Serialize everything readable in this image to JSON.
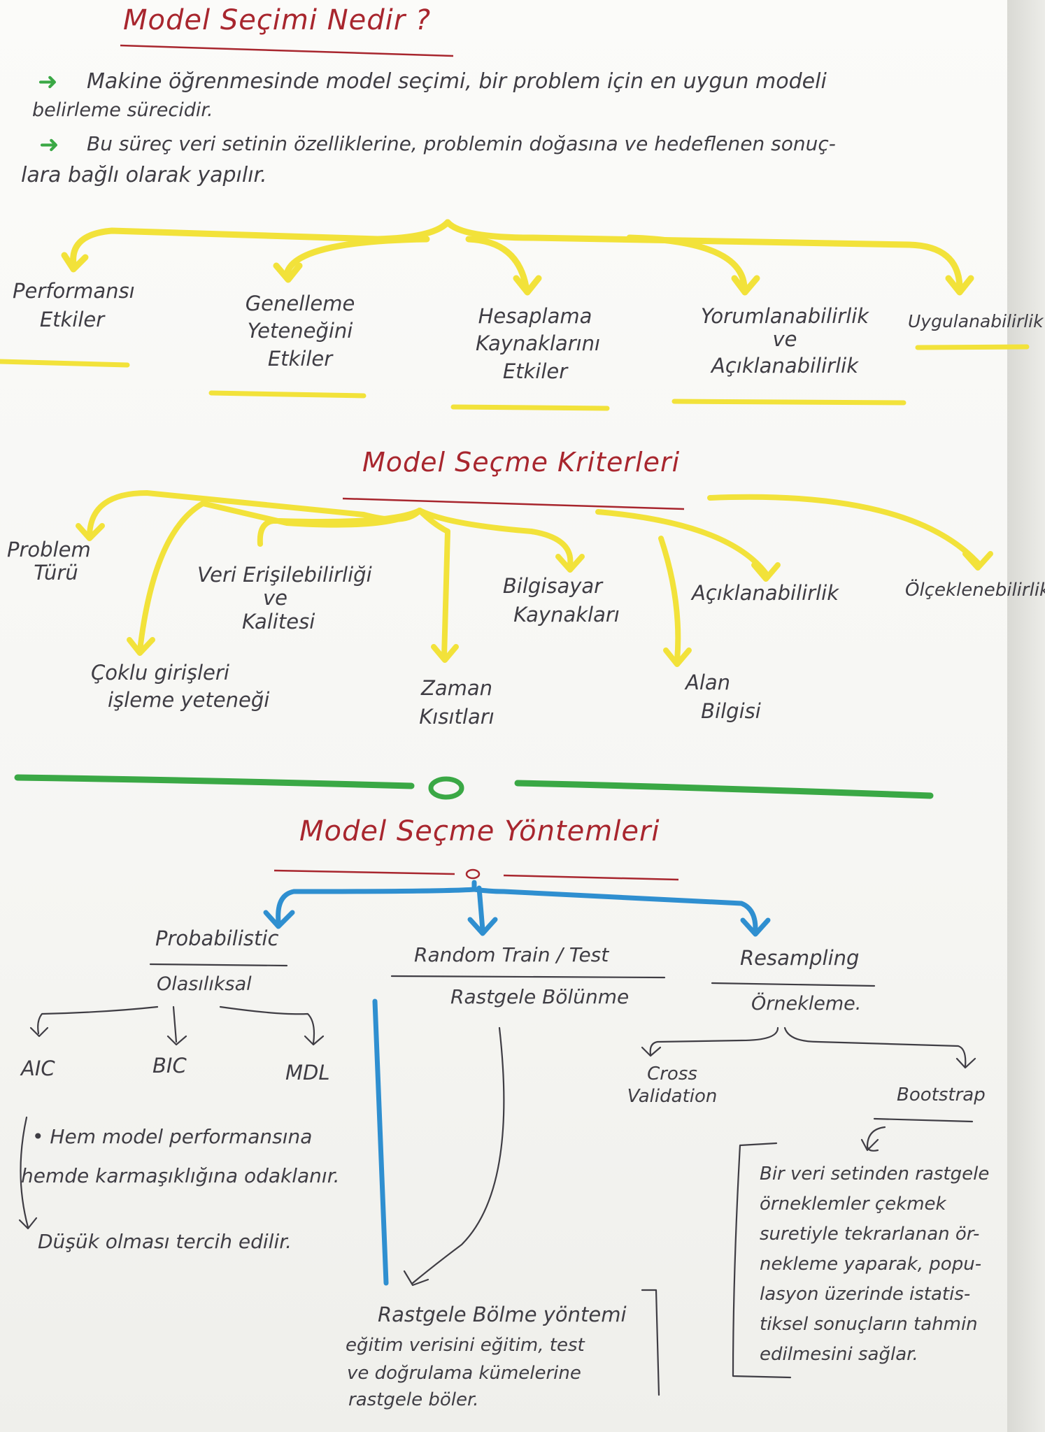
{
  "colors": {
    "title_red": "#a8262e",
    "ink": "#3f3d44",
    "highlight_yellow": "#f2e23a",
    "divider_green": "#3aa845",
    "method_blue": "#2f8fd0"
  },
  "header": {
    "title": "Model Seçimi Nedir ?",
    "p1_line1": "Makine öğrenmesinde model seçimi, bir problem için en uygun modeli",
    "p1_line2": "belirleme sürecidir.",
    "p2_line1": "Bu süreç veri setinin özelliklerine, problemin doğasına ve hedeflenen sonuç-",
    "p2_line2": "lara bağlı olarak yapılır."
  },
  "impacts": [
    {
      "lines": [
        "Performansı",
        "Etkiler"
      ]
    },
    {
      "lines": [
        "Genelleme",
        "Yeteneğini",
        "Etkiler"
      ]
    },
    {
      "lines": [
        "Hesaplama",
        "Kaynaklarını",
        "Etkiler"
      ]
    },
    {
      "lines": [
        "Yorumlanabilirlik",
        "ve",
        "Açıklanabilirlik"
      ]
    },
    {
      "lines": [
        "Uygulanabilirlik"
      ]
    }
  ],
  "criteria": {
    "title": "Model Seçme Kriterleri",
    "items": [
      {
        "lines": [
          "Problem",
          "Türü"
        ]
      },
      {
        "lines": [
          "Veri Erişilebilirliği",
          "ve",
          "Kalitesi"
        ]
      },
      {
        "lines": [
          "Bilgisayar",
          "Kaynakları"
        ]
      },
      {
        "lines": [
          "Açıklanabilirlik"
        ]
      },
      {
        "lines": [
          "Ölçeklenebilirlik"
        ]
      },
      {
        "lines": [
          "Çoklu girişleri",
          "işleme yeteneği"
        ]
      },
      {
        "lines": [
          "Zaman",
          "Kısıtları"
        ]
      },
      {
        "lines": [
          "Alan",
          "Bilgisi"
        ]
      }
    ]
  },
  "methods": {
    "title": "Model Seçme Yöntemleri",
    "probabilistic": {
      "name": "Probabilistic",
      "translation": "Olasılıksal",
      "children": [
        "AIC",
        "BIC",
        "MDL"
      ],
      "note_line1": "• Hem model performansına",
      "note_line2": "hemde karmaşıklığına odaklanır.",
      "note_line3": "Düşük olması tercih edilir."
    },
    "random_split": {
      "name": "Random Train / Test",
      "translation": "Rastgele Bölünme",
      "desc_line1": "Rastgele Bölme yöntemi",
      "desc_line2": "eğitim verisini eğitim, test",
      "desc_line3": "ve doğrulama kümelerine",
      "desc_line4": "rastgele böler."
    },
    "resampling": {
      "name": "Resampling",
      "translation": "Örnekleme.",
      "children": [
        "Cross Validation",
        "Bootstrap"
      ],
      "cross_line1": "Cross",
      "cross_line2": "Validation",
      "bootstrap_desc": [
        "Bir veri setinden rastgele",
        "örneklemler çekmek",
        "suretiyle tekrarlanan ör-",
        "nekleme yaparak, popu-",
        "lasyon üzerinde istatis-",
        "tiksel sonuçların tahmin",
        "edilmesini sağlar."
      ]
    }
  }
}
